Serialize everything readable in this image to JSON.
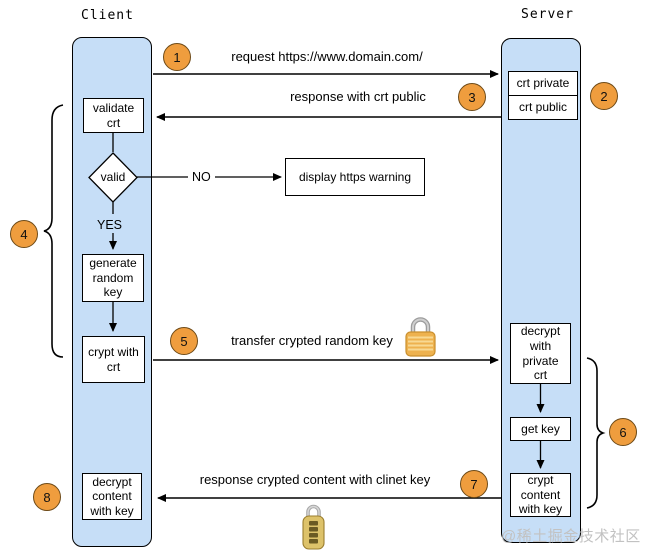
{
  "diagram": {
    "client": {
      "label": "Client",
      "boxes": {
        "validate": "validate\ncrt",
        "decision": "valid",
        "decision_no": "NO",
        "decision_yes": "YES",
        "generate": "generate\nrandom\nkey",
        "crypt_with_crt": "crypt with\ncrt",
        "decrypt_content": "decrypt\ncontent\nwith key"
      }
    },
    "server": {
      "label": "Server",
      "boxes": {
        "crt_private": "crt private",
        "crt_public": "crt public",
        "decrypt_private": "decrypt\nwith\nprivate\ncrt",
        "get_key": "get key",
        "crypt_content": "crypt\ncontent\nwith key"
      }
    },
    "warning": "display https warning",
    "messages": {
      "m1": "request https://www.domain.com/",
      "m3": "response with crt public",
      "m5": "transfer crypted random key",
      "m7": "response crypted content with clinet key"
    },
    "badges": {
      "b1": "1",
      "b2": "2",
      "b3": "3",
      "b4": "4",
      "b5": "5",
      "b6": "6",
      "b7": "7",
      "b8": "8"
    },
    "icons": {
      "lock_transfer": "padlock-icon",
      "lock_response": "combination-lock-icon"
    },
    "watermark": "@稀土掘金技术社区",
    "colors": {
      "lane_fill": "#c6def7",
      "lane_border": "#000000",
      "badge_fill": "#ef9d3e",
      "badge_border": "#6e4a17",
      "lock_gold": "#eeb24f",
      "watermark_gray": "#c2c2c2"
    }
  }
}
